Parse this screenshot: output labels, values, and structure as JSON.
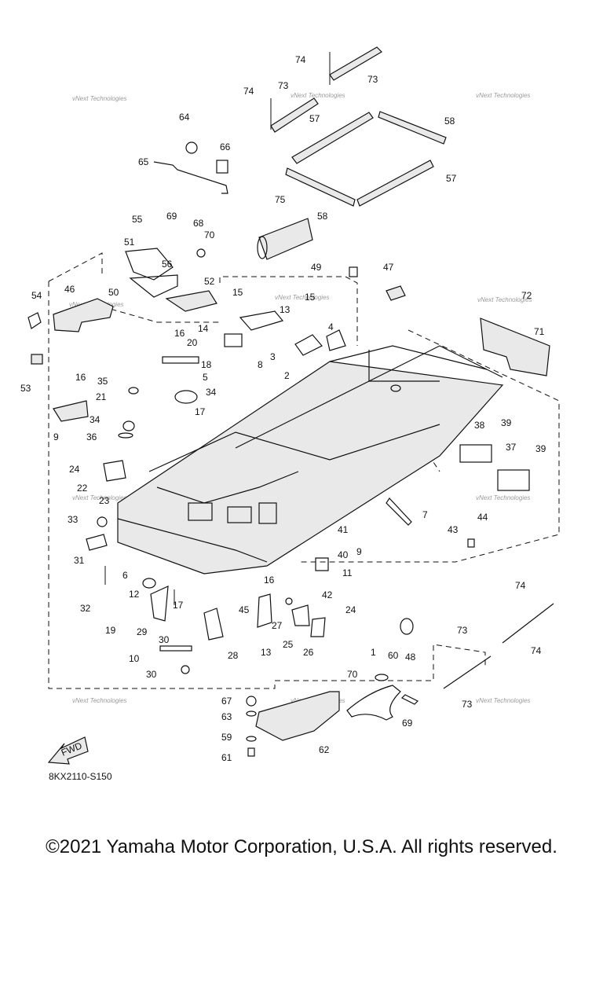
{
  "diagram": {
    "code": "8KX2110-S150",
    "fwd_label": "FWD",
    "watermark": "vNext Technologies",
    "part_numbers": [
      "74",
      "73",
      "74",
      "73",
      "57",
      "58",
      "64",
      "66",
      "65",
      "57",
      "58",
      "75",
      "69",
      "55",
      "68",
      "70",
      "51",
      "56",
      "50",
      "52",
      "54",
      "46",
      "53",
      "49",
      "47",
      "15",
      "15",
      "13",
      "4",
      "72",
      "71",
      "14",
      "3",
      "2",
      "16",
      "20",
      "18",
      "5",
      "8",
      "16",
      "35",
      "34",
      "17",
      "9",
      "21",
      "34",
      "36",
      "38",
      "39",
      "24",
      "22",
      "23",
      "37",
      "39",
      "33",
      "7",
      "31",
      "6",
      "44",
      "43",
      "41",
      "9",
      "40",
      "11",
      "12",
      "42",
      "32",
      "17",
      "16",
      "45",
      "19",
      "29",
      "30",
      "27",
      "24",
      "13",
      "25",
      "26",
      "1",
      "48",
      "74",
      "73",
      "74",
      "10",
      "28",
      "73",
      "30",
      "70",
      "69",
      "67",
      "63",
      "62",
      "59",
      "61",
      "60",
      "1"
    ]
  },
  "copyright": "©2021 Yamaha Motor Corporation, U.S.A. All rights reserved.",
  "colors": {
    "ink": "#111111",
    "watermark": "#9a9a9a",
    "background": "#ffffff"
  }
}
